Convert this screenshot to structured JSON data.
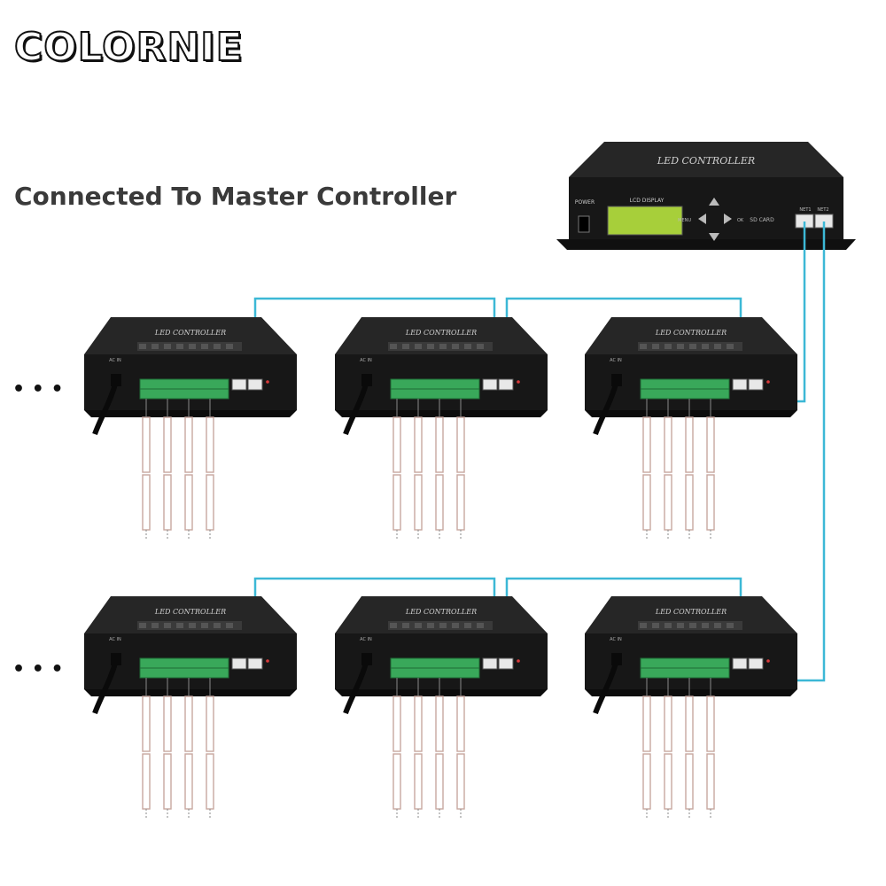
{
  "brand": {
    "name": "COLORNIE"
  },
  "headline": "Connected To Master Controller",
  "master": {
    "label": "LED CONTROLLER",
    "power_label": "POWER",
    "display_label": "LCD DISPLAY",
    "menu_label": "MENU",
    "ok_label": "OK",
    "sd_label": "SD CARD",
    "net_labels": [
      "NET1",
      "NET2"
    ]
  },
  "slave": {
    "label": "LED CONTROLLER",
    "ac_label": "AC IN"
  },
  "more_indicator": "• • •",
  "colors": {
    "cable": "#3cb8d6",
    "device_body": "#171717",
    "device_top": "#262626",
    "terminal": "#39a85a",
    "lcd": "#a7cf3a",
    "strip": "#c8a7a0"
  }
}
